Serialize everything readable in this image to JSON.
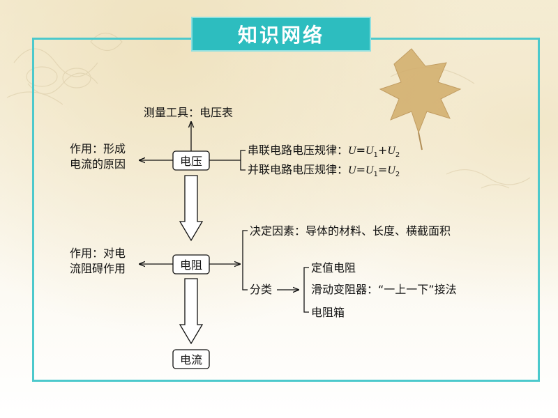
{
  "title": "知识网络",
  "nodes": {
    "voltage": "电压",
    "resistance": "电阻",
    "current": "电流"
  },
  "voltage": {
    "tool": "测量工具：电压表",
    "effect_line1": "作用：形成",
    "effect_line2": "电流的原因",
    "series_rule": "串联电路电压规律：",
    "parallel_rule": "并联电路电压规律：",
    "series_formula": [
      "U",
      "=",
      "U",
      "1",
      "+",
      "U",
      "2"
    ],
    "parallel_formula": [
      "U",
      "=",
      "U",
      "1",
      "=",
      "U",
      "2"
    ]
  },
  "resistance": {
    "effect_line1": "作用：对电",
    "effect_line2": "流阻碍作用",
    "factors": "决定因素：导体的材料、长度、横截面积",
    "classify": "分类",
    "types": [
      "定值电阻",
      "滑动变阻器：“一上一下”接法",
      "电阻箱"
    ]
  }
}
